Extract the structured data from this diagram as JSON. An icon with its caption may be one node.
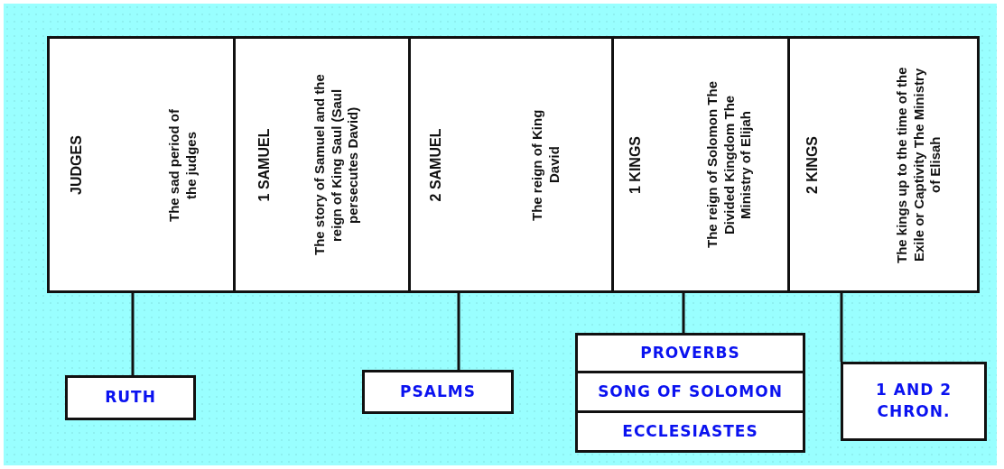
{
  "diagram": {
    "nodes": [
      {
        "text": [
          "JUDGES",
          "The sad period of the judges"
        ]
      },
      {
        "text": [
          "1 SAMUEL",
          "The story of Samuel and the reign of King Saul (Saul persecutes David)"
        ]
      },
      {
        "text": [
          "2 SAMUEL",
          "The reign of King David"
        ]
      },
      {
        "text": [
          "1 KINGS",
          "The reign of Solomon The Divided Kingdom The Ministry of Elijah"
        ]
      },
      {
        "text": [
          "2 KINGS",
          "The kings up to the time of the Exile or Captivity The Ministry of Elisah"
        ]
      },
      {
        "text": [
          "RUTH"
        ]
      },
      {
        "text": [
          "PSALMS"
        ]
      },
      {
        "text": [
          "PROVERBS"
        ]
      },
      {
        "text": [
          "SONG OF SOLOMON"
        ]
      },
      {
        "text": [
          "ECCLESIASTES"
        ]
      },
      {
        "text": [
          "1 AND 2 CHRON."
        ]
      }
    ],
    "edges": [
      {
        "from": 0,
        "to": 5,
        "arrow": "none"
      },
      {
        "from": 2,
        "to": 6,
        "arrow": "none"
      },
      {
        "from": 3,
        "to": 7,
        "arrow": "none"
      },
      {
        "from": 4,
        "to": 10,
        "arrow": "none"
      }
    ]
  }
}
